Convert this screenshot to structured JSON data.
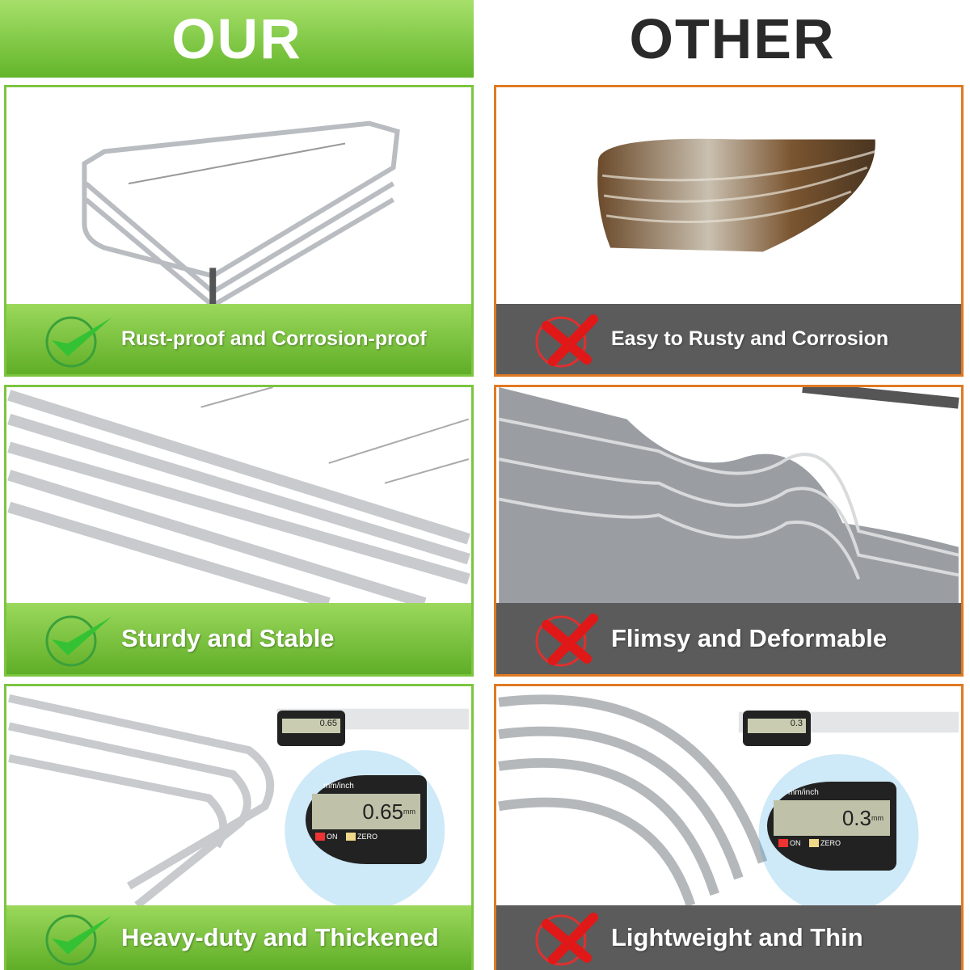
{
  "headers": {
    "ours": "OUR",
    "other": "OTHER"
  },
  "ours": [
    {
      "label": "Rust-proof and Corrosion-proof",
      "icon": "check-icon"
    },
    {
      "label": "Sturdy and Stable",
      "icon": "check-icon"
    },
    {
      "label": "Heavy-duty and Thickened",
      "icon": "check-icon"
    }
  ],
  "other": [
    {
      "label": "Easy to Rusty and Corrosion",
      "icon": "cross-icon"
    },
    {
      "label": "Flimsy and Deformable",
      "icon": "cross-icon"
    },
    {
      "label": "Lightweight and Thin",
      "icon": "cross-icon"
    }
  ],
  "caliper": {
    "ours": {
      "reading": "0.65",
      "unit": "mm",
      "mode": "mm/inch",
      "on": "ON",
      "zero": "ZERO"
    },
    "other": {
      "reading": "0.3",
      "unit": "mm",
      "mode": "mm/inch",
      "on": "ON",
      "zero": "ZERO"
    }
  },
  "colors": {
    "green": "#7cc540",
    "orange": "#e07a22",
    "gray": "#5b5b5b"
  }
}
